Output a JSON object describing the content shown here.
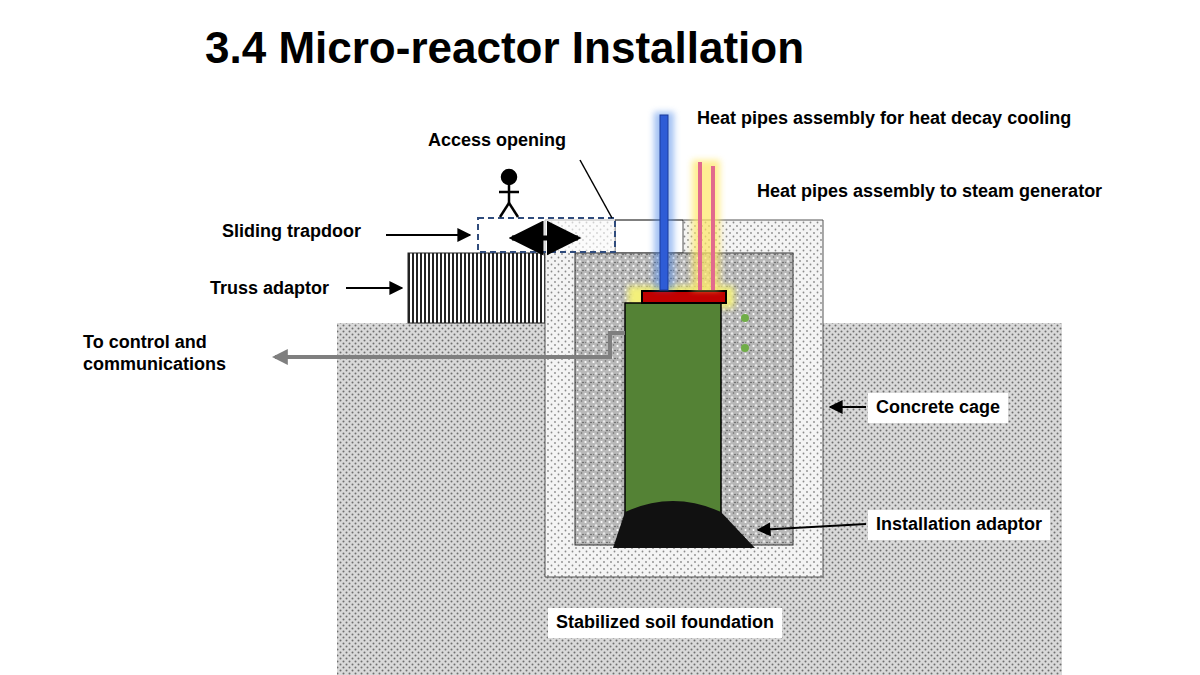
{
  "diagram": {
    "title": "3.4 Micro-reactor Installation",
    "labels": [
      "Heat pipes assembly for heat decay cooling",
      "Access opening",
      "Heat pipes assembly to steam generator",
      "Sliding trapdoor",
      "Truss adaptor",
      "To control and communications",
      "Concrete cage",
      "Installation adaptor",
      "Stabilized soil foundation"
    ]
  }
}
